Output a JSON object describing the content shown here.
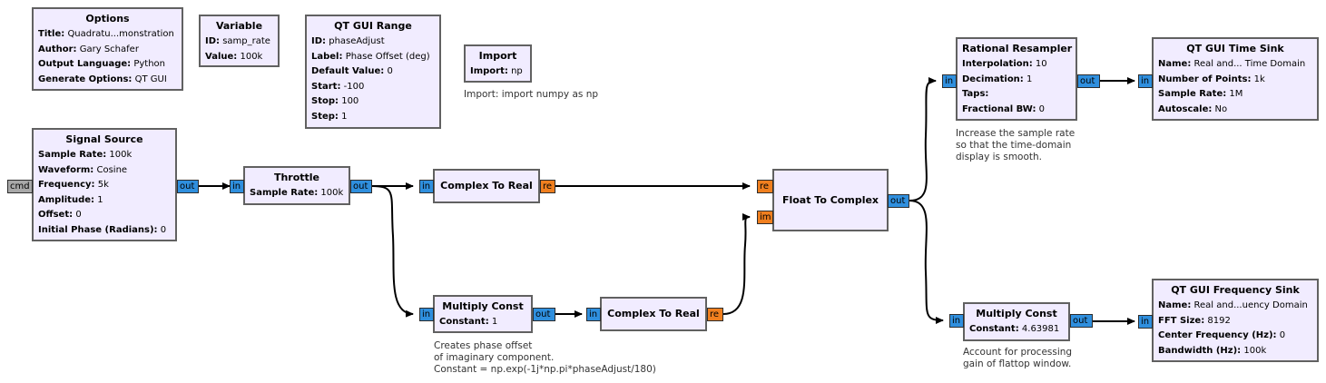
{
  "blocks": {
    "options": {
      "title": "Options",
      "params": [
        {
          "key": "Title:",
          "value": "Quadratu...monstration"
        },
        {
          "key": "Author:",
          "value": "Gary Schafer"
        },
        {
          "key": "Output Language:",
          "value": "Python"
        },
        {
          "key": "Generate Options:",
          "value": "QT GUI"
        }
      ]
    },
    "variable": {
      "title": "Variable",
      "params": [
        {
          "key": "ID:",
          "value": "samp_rate"
        },
        {
          "key": "Value:",
          "value": "100k"
        }
      ]
    },
    "range": {
      "title": "QT GUI Range",
      "params": [
        {
          "key": "ID:",
          "value": "phaseAdjust"
        },
        {
          "key": "Label:",
          "value": "Phase Offset (deg)"
        },
        {
          "key": "Default Value:",
          "value": "0"
        },
        {
          "key": "Start:",
          "value": "-100"
        },
        {
          "key": "Stop:",
          "value": "100"
        },
        {
          "key": "Step:",
          "value": "1"
        }
      ]
    },
    "import": {
      "title": "Import",
      "params": [
        {
          "key": "Import:",
          "value": "np"
        }
      ],
      "comment": "Import: import numpy as np"
    },
    "signal_source": {
      "title": "Signal Source",
      "params": [
        {
          "key": "Sample Rate:",
          "value": "100k"
        },
        {
          "key": "Waveform:",
          "value": "Cosine"
        },
        {
          "key": "Frequency:",
          "value": "5k"
        },
        {
          "key": "Amplitude:",
          "value": "1"
        },
        {
          "key": "Offset:",
          "value": "0"
        },
        {
          "key": "Initial Phase (Radians):",
          "value": "0"
        }
      ],
      "ports": {
        "cmd": "cmd",
        "out": "out"
      }
    },
    "throttle": {
      "title": "Throttle",
      "params": [
        {
          "key": "Sample Rate:",
          "value": "100k"
        }
      ],
      "ports": {
        "in": "in",
        "out": "out"
      }
    },
    "c2r_top": {
      "title": "Complex To Real",
      "ports": {
        "in": "in",
        "re": "re"
      }
    },
    "mult_const_1": {
      "title": "Multiply Const",
      "params": [
        {
          "key": "Constant:",
          "value": "1"
        }
      ],
      "ports": {
        "in": "in",
        "out": "out"
      },
      "comment": [
        "Creates phase offset",
        "of imaginary component.",
        "Constant = np.exp(-1j*np.pi*phaseAdjust/180)"
      ]
    },
    "c2r_bottom": {
      "title": "Complex To Real",
      "ports": {
        "in": "in",
        "re": "re"
      }
    },
    "float_to_complex": {
      "title": "Float To Complex",
      "ports": {
        "re": "re",
        "im": "im",
        "out": "out"
      }
    },
    "resampler": {
      "title": "Rational Resampler",
      "params": [
        {
          "key": "Interpolation:",
          "value": "10"
        },
        {
          "key": "Decimation:",
          "value": "1"
        },
        {
          "key": "Taps:",
          "value": ""
        },
        {
          "key": "Fractional BW:",
          "value": "0"
        }
      ],
      "ports": {
        "in": "in",
        "out": "out"
      },
      "comment": [
        "Increase the sample rate",
        "so that the time-domain",
        "display is smooth."
      ]
    },
    "time_sink": {
      "title": "QT GUI Time Sink",
      "params": [
        {
          "key": "Name:",
          "value": "Real and... Time Domain"
        },
        {
          "key": "Number of Points:",
          "value": "1k"
        },
        {
          "key": "Sample Rate:",
          "value": "1M"
        },
        {
          "key": "Autoscale:",
          "value": "No"
        }
      ],
      "ports": {
        "in": "in"
      }
    },
    "mult_const_2": {
      "title": "Multiply Const",
      "params": [
        {
          "key": "Constant:",
          "value": "4.63981"
        }
      ],
      "ports": {
        "in": "in",
        "out": "out"
      },
      "comment": [
        "Account for processing",
        "gain of flattop window."
      ]
    },
    "freq_sink": {
      "title": "QT GUI Frequency Sink",
      "params": [
        {
          "key": "Name:",
          "value": "Real and...uency Domain"
        },
        {
          "key": "FFT Size:",
          "value": "8192"
        },
        {
          "key": "Center Frequency (Hz):",
          "value": "0"
        },
        {
          "key": "Bandwidth (Hz):",
          "value": "100k"
        }
      ],
      "ports": {
        "in": "in"
      }
    }
  },
  "colors": {
    "block_fill": "#f1ecff",
    "block_border": "#616161",
    "complex_port": "#2f8fde",
    "float_port": "#f07f1f",
    "message_port": "#a8a8a8",
    "wire": "#000000"
  }
}
